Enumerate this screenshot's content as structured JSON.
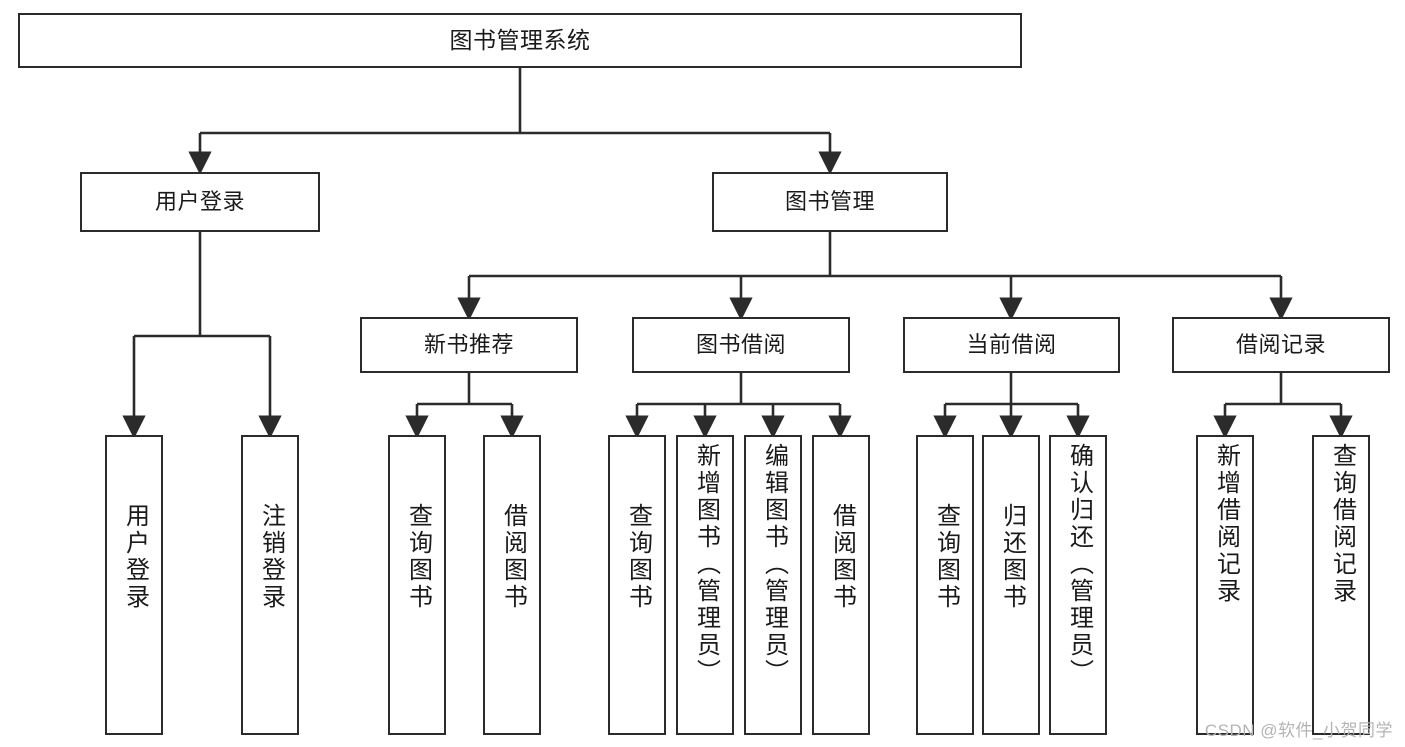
{
  "diagram": {
    "type": "tree-hierarchy-chart",
    "title": "图书管理系统",
    "watermark": "CSDN @软件_小贺同学",
    "colors": {
      "box_border": "#2b2b2b",
      "box_fill": "#ffffff",
      "connector": "#2b2b2b",
      "text": "#1a1a1a",
      "watermark": "#b4b4b4",
      "background": "#ffffff"
    },
    "levels": {
      "root": [
        "图书管理系统"
      ],
      "level2": [
        "用户登录",
        "图书管理"
      ],
      "level3": [
        "新书推荐",
        "图书借阅",
        "当前借阅",
        "借阅记录"
      ],
      "leaves": [
        "用户登录",
        "注销登录",
        "查询图书",
        "借阅图书",
        "查询图书",
        "新增图书（管理员）",
        "编辑图书（管理员）",
        "借阅图书",
        "查询图书",
        "归还图书",
        "确认归还（管理员）",
        "新增借阅记录",
        "查询借阅记录"
      ]
    },
    "nodes": {
      "root": {
        "label": "图书管理系统"
      },
      "user_login": {
        "label": "用户登录"
      },
      "book_manage": {
        "label": "图书管理"
      },
      "new_book_rec": {
        "label": "新书推荐"
      },
      "book_borrow": {
        "label": "图书借阅"
      },
      "current_borrow": {
        "label": "当前借阅"
      },
      "borrow_record": {
        "label": "借阅记录"
      },
      "leaf_user_login": {
        "label": "用户登录"
      },
      "leaf_logout": {
        "label": "注销登录"
      },
      "leaf_query_book_1": {
        "label": "查询图书"
      },
      "leaf_borrow_book_1": {
        "label": "借阅图书"
      },
      "leaf_query_book_2": {
        "label": "查询图书"
      },
      "leaf_add_book_admin": {
        "label": "新增图书（管理员）"
      },
      "leaf_edit_book_admin": {
        "label": "编辑图书（管理员）"
      },
      "leaf_borrow_book_2": {
        "label": "借阅图书"
      },
      "leaf_query_book_3": {
        "label": "查询图书"
      },
      "leaf_return_book": {
        "label": "归还图书"
      },
      "leaf_confirm_return_admin": {
        "label": "确认归还（管理员）"
      },
      "leaf_add_borrow_record": {
        "label": "新增借阅记录"
      },
      "leaf_query_borrow_record": {
        "label": "查询借阅记录"
      }
    },
    "edges": [
      {
        "from": "root",
        "to": "user_login"
      },
      {
        "from": "root",
        "to": "book_manage"
      },
      {
        "from": "user_login",
        "to": "leaf_user_login"
      },
      {
        "from": "user_login",
        "to": "leaf_logout"
      },
      {
        "from": "book_manage",
        "to": "new_book_rec"
      },
      {
        "from": "book_manage",
        "to": "book_borrow"
      },
      {
        "from": "book_manage",
        "to": "current_borrow"
      },
      {
        "from": "book_manage",
        "to": "borrow_record"
      },
      {
        "from": "new_book_rec",
        "to": "leaf_query_book_1"
      },
      {
        "from": "new_book_rec",
        "to": "leaf_borrow_book_1"
      },
      {
        "from": "book_borrow",
        "to": "leaf_query_book_2"
      },
      {
        "from": "book_borrow",
        "to": "leaf_add_book_admin"
      },
      {
        "from": "book_borrow",
        "to": "leaf_edit_book_admin"
      },
      {
        "from": "book_borrow",
        "to": "leaf_borrow_book_2"
      },
      {
        "from": "current_borrow",
        "to": "leaf_query_book_3"
      },
      {
        "from": "current_borrow",
        "to": "leaf_return_book"
      },
      {
        "from": "current_borrow",
        "to": "leaf_confirm_return_admin"
      },
      {
        "from": "borrow_record",
        "to": "leaf_add_borrow_record"
      },
      {
        "from": "borrow_record",
        "to": "leaf_query_borrow_record"
      }
    ]
  }
}
